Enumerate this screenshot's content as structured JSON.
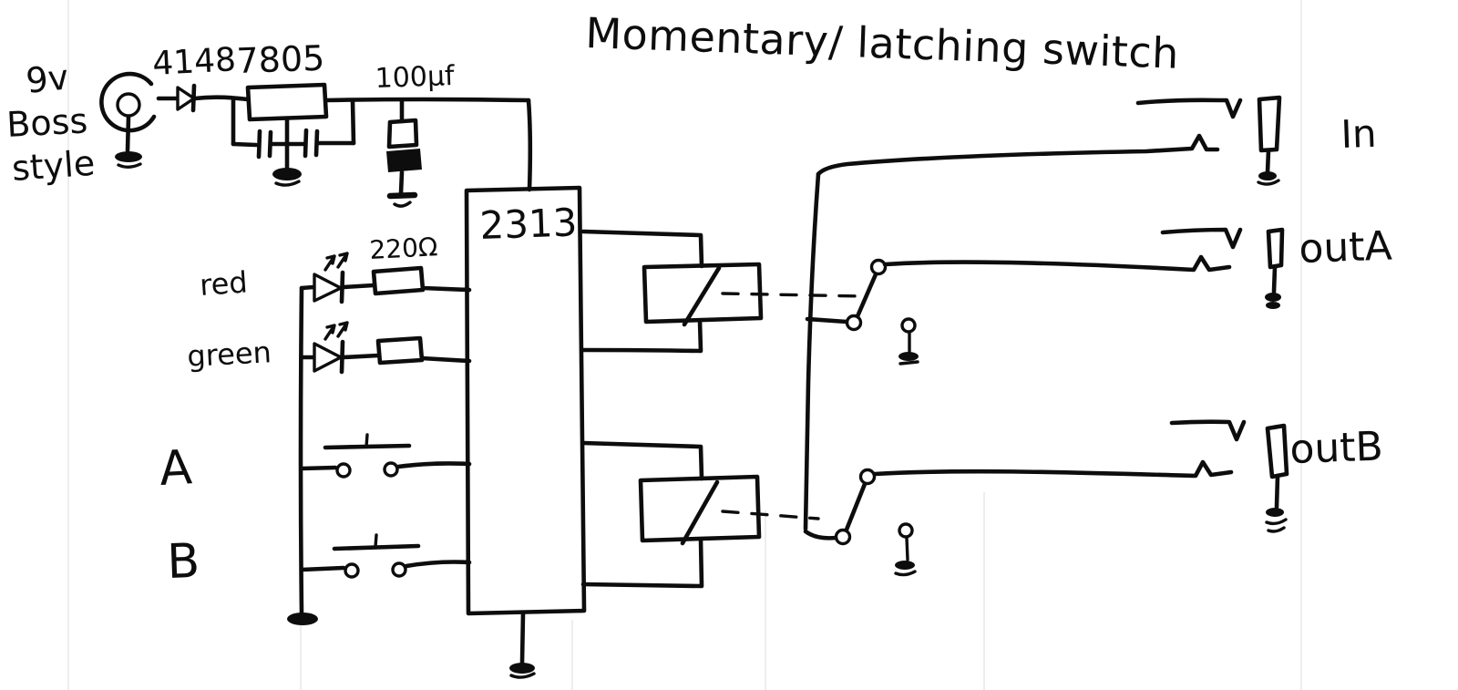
{
  "title": "Momentary/ latching switch",
  "colors": {
    "ink": "#0d0d0d",
    "paper": "#ffffff"
  },
  "power_section": {
    "supply_note_line1": "9v",
    "supply_note_line2": "Boss",
    "supply_note_line3": "style",
    "protection_diode": "4148",
    "voltage_regulator": "7805",
    "smoothing_capacitor": "100μf"
  },
  "mcu": {
    "part_number": "2313"
  },
  "indicator_leds": {
    "red": "red",
    "green": "green",
    "series_resistor": "220Ω"
  },
  "pushbuttons": {
    "a": "A",
    "b": "B"
  },
  "audio_jacks": {
    "input": "In",
    "output_a": "outA",
    "output_b": "outB"
  }
}
